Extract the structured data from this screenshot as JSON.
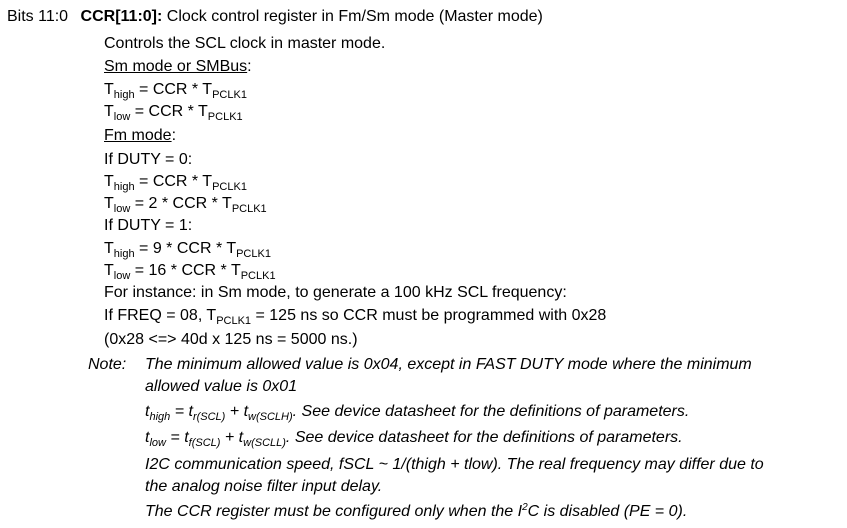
{
  "bits": {
    "range": "Bits 11:0",
    "field": "CCR[11:0]:",
    "title": "Clock control register in Fm/Sm mode (Master mode)"
  },
  "desc": "Controls the SCL clock in master mode.",
  "sm": {
    "heading": "Sm mode or SMBus",
    "heading_suffix": ":",
    "high": {
      "lhs": "T",
      "lhs_sub": "high",
      "expr": " = CCR * T",
      "expr_sub": "PCLK1"
    },
    "low": {
      "lhs": "T",
      "lhs_sub": "low",
      "expr": " = CCR * T",
      "expr_sub": "PCLK1"
    }
  },
  "fm": {
    "heading": "Fm mode",
    "heading_suffix": ":",
    "duty0": "If DUTY = 0:",
    "d0_high": {
      "lhs": "T",
      "lhs_sub": "high",
      "expr": " = CCR * T",
      "expr_sub": "PCLK1"
    },
    "d0_low": {
      "lhs": "T",
      "lhs_sub": "low",
      "expr": " = 2 * CCR * T",
      "expr_sub": "PCLK1"
    },
    "duty1": "If DUTY = 1:",
    "d1_high": {
      "lhs": "T",
      "lhs_sub": "high",
      "expr": " = 9 * CCR * T",
      "expr_sub": "PCLK1"
    },
    "d1_low": {
      "lhs": "T",
      "lhs_sub": "low",
      "expr": " = 16 * CCR * T",
      "expr_sub": "PCLK1"
    }
  },
  "example": {
    "line1": "For instance: in Sm mode, to generate a 100 kHz SCL frequency:",
    "line2_pre": "If FREQ = 08, T",
    "line2_sub": "PCLK1",
    "line2_post": " = 125 ns so CCR must be programmed with 0x28",
    "line3": "(0x28 <=> 40d x 125 ns = 5000 ns.)"
  },
  "note": {
    "label": "Note:",
    "line1": "The minimum allowed value is 0x04, except in FAST DUTY mode where the minimum",
    "line2": "allowed value is 0x01",
    "thigh": {
      "a": "t",
      "a_sub": "high",
      "b": " = t",
      "b_sub": "r(SCL)",
      "c": " + t",
      "c_sub": "w(SCLH)",
      "d": ". See device datasheet for the definitions of parameters."
    },
    "tlow": {
      "a": "t",
      "a_sub": "low",
      "b": " = t",
      "b_sub": "f(SCL)",
      "c": " + t",
      "c_sub": "w(SCLL)",
      "d": ". See device datasheet for the definitions of parameters."
    },
    "speed1": "I2C communication speed, fSCL ~ 1/(thigh + tlow). The real frequency may differ due to",
    "speed2": "the analog noise filter input delay.",
    "ccr_pre": "The CCR register must be configured only when the I",
    "ccr_sup": "2",
    "ccr_post": "C is disabled (PE = 0)."
  }
}
